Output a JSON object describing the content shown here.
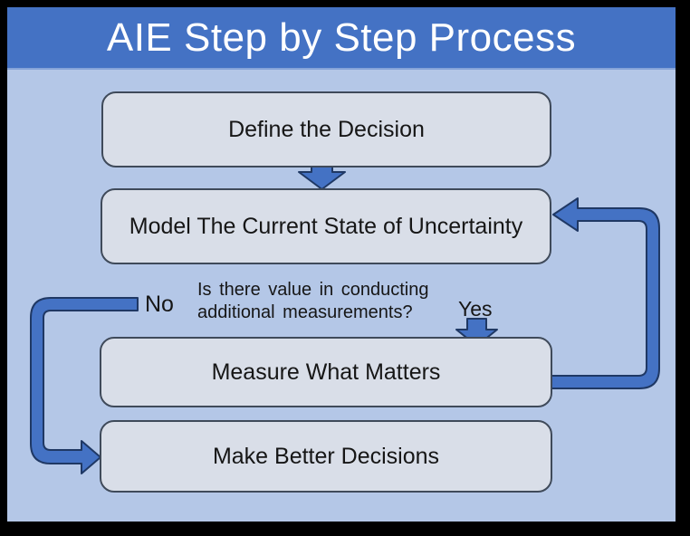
{
  "title": "AIE Step by Step Process",
  "colors": {
    "accent": "#4472C4",
    "background": "#B4C7E7",
    "node_fill": "#D9DEE8",
    "node_border": "#3F4A5A",
    "arrow_outline": "#1F3864",
    "title_text": "#FFFFFF",
    "body_text": "#161616",
    "frame": "#000000"
  },
  "nodes": [
    {
      "id": "define",
      "label": "Define the Decision"
    },
    {
      "id": "model",
      "label": "Model The Current State of Uncertainty"
    },
    {
      "id": "measure",
      "label": "Measure What Matters"
    },
    {
      "id": "decide",
      "label": "Make Better Decisions"
    }
  ],
  "decision": {
    "question_line1": "Is there value in conducting",
    "question_line2": "additional measurements?",
    "no_label": "No",
    "yes_label": "Yes"
  }
}
